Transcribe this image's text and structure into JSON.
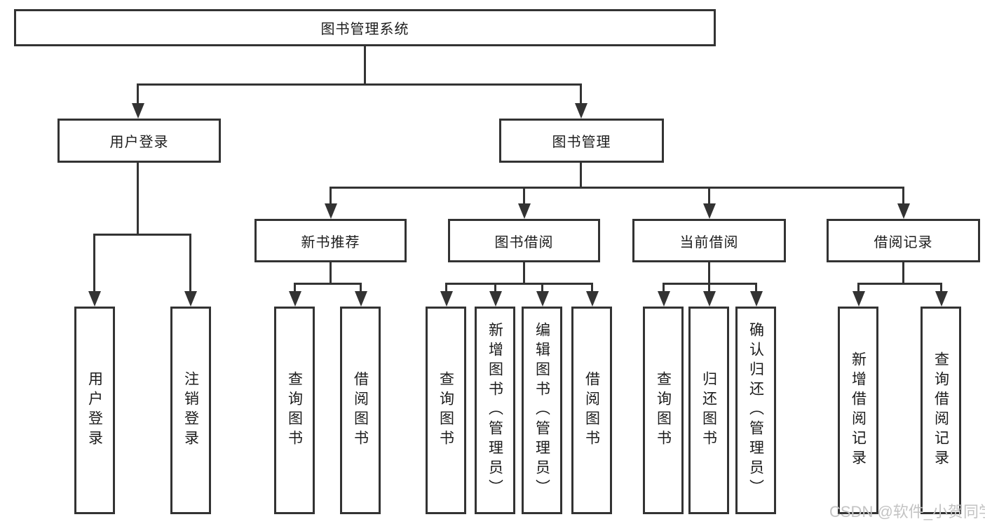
{
  "page": {
    "background_color": "#ffffff",
    "line_color": "#333333",
    "text_color": "#1c1c1c"
  },
  "tree": {
    "root": {
      "label": "图书管理系统"
    },
    "branches": [
      {
        "label": "用户登录",
        "leaves": [
          {
            "label": "用户登录"
          },
          {
            "label": "注销登录"
          }
        ]
      },
      {
        "label": "图书管理",
        "groups": [
          {
            "label": "新书推荐",
            "leaves": [
              {
                "label": "查询图书"
              },
              {
                "label": "借阅图书"
              }
            ]
          },
          {
            "label": "图书借阅",
            "leaves": [
              {
                "label": "查询图书"
              },
              {
                "label": "新增图书（管理员）"
              },
              {
                "label": "编辑图书（管理员）"
              },
              {
                "label": "借阅图书"
              }
            ]
          },
          {
            "label": "当前借阅",
            "leaves": [
              {
                "label": "查询图书"
              },
              {
                "label": "归还图书"
              },
              {
                "label": "确认归还（管理员）"
              }
            ]
          },
          {
            "label": "借阅记录",
            "leaves": [
              {
                "label": "新增借阅记录"
              },
              {
                "label": "查询借阅记录"
              }
            ]
          }
        ]
      }
    ]
  },
  "watermark": {
    "text": "CSDN @软件_小贺同学",
    "color": "#c3c3c3"
  }
}
